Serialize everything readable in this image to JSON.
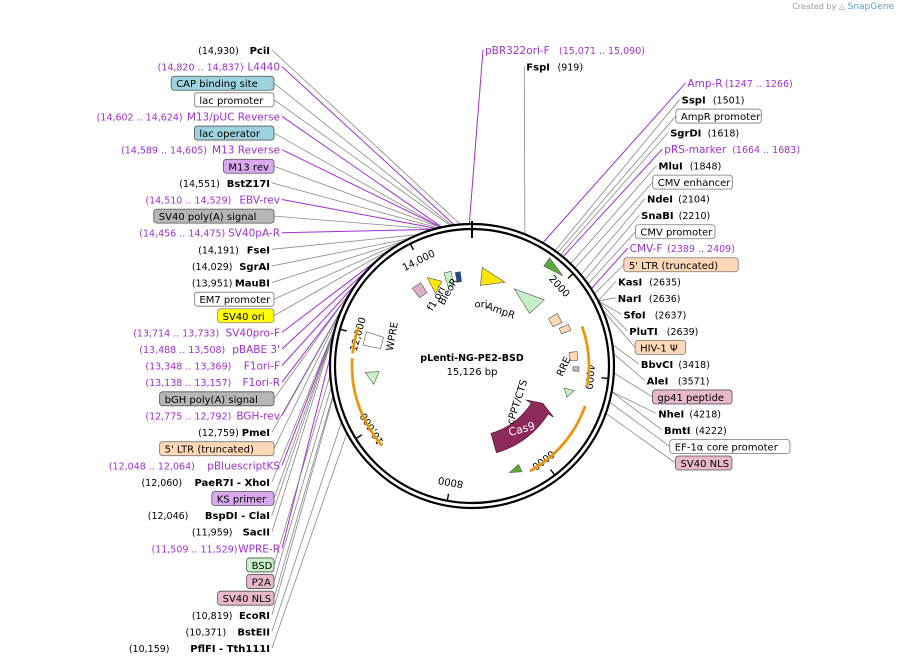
{
  "credit": {
    "prefix": "Created by",
    "brand": "SnapGene"
  },
  "plasmid": {
    "name": "pLenti-NG-PE2-BSD",
    "size_label": "15,126 bp",
    "length": 15126
  },
  "colors": {
    "primer": "#a22fd6",
    "line": "#888888",
    "ring": "#000000",
    "orange": "#f5a623",
    "cas9": "#8d2a5a",
    "green": "#3a9a3a"
  },
  "ticks": [
    {
      "label": "2000",
      "bp": 2000
    },
    {
      "label": "4000",
      "bp": 4000
    },
    {
      "label": "6000",
      "bp": 6000
    },
    {
      "label": "8000",
      "bp": 8000
    },
    {
      "label": "10,000",
      "bp": 10000
    },
    {
      "label": "12,000",
      "bp": 12000
    },
    {
      "label": "14,000",
      "bp": 14000
    }
  ],
  "inner_features": [
    {
      "name": "Cas9",
      "label": "Cas9"
    },
    {
      "name": "cPPT/CTS",
      "label": "cPPT/CTS"
    },
    {
      "name": "RRE",
      "label": "RRE"
    },
    {
      "name": "WPRE",
      "label": "WPRE"
    },
    {
      "name": "ori",
      "label": "ori"
    },
    {
      "name": "AmpR",
      "label": "AmpR"
    },
    {
      "name": "BleoR",
      "label": "BleoR"
    },
    {
      "name": "f1 ori",
      "label": "f1 ori"
    }
  ],
  "left_labels": [
    {
      "text": "PciI",
      "pos": "(14,930)",
      "style": "enzyme",
      "bp": 14930
    },
    {
      "text": "L4440",
      "pos": "(14,820 .. 14,837)",
      "style": "primer",
      "bp": 14828
    },
    {
      "text": "CAP binding site",
      "style": "box-teal",
      "bp": 14790
    },
    {
      "text": "lac promoter",
      "style": "box-white",
      "bp": 14760
    },
    {
      "text": "M13/pUC Reverse",
      "pos": "(14,602 .. 14,624)",
      "style": "primer",
      "bp": 14613
    },
    {
      "text": "lac operator",
      "style": "box-teal",
      "bp": 14600
    },
    {
      "text": "M13 Reverse",
      "pos": "(14,589 .. 14,605)",
      "style": "primer",
      "bp": 14597
    },
    {
      "text": "M13 rev",
      "style": "box-purple",
      "bp": 14590
    },
    {
      "text": "BstZ17I",
      "pos": "(14,551)",
      "style": "enzyme",
      "bp": 14551
    },
    {
      "text": "EBV-rev",
      "pos": "(14,510 .. 14,529)",
      "style": "primer",
      "bp": 14519
    },
    {
      "text": "SV40 poly(A) signal",
      "style": "box-gray",
      "bp": 14480
    },
    {
      "text": "SV40pA-R",
      "pos": "(14,456 .. 14,475)",
      "style": "primer",
      "bp": 14465
    },
    {
      "text": "FseI",
      "pos": "(14,191)",
      "style": "enzyme",
      "bp": 14191
    },
    {
      "text": "SgrAI",
      "pos": "(14,029)",
      "style": "enzyme",
      "bp": 14029
    },
    {
      "text": "MauBI",
      "pos": "(13,951)",
      "style": "enzyme",
      "bp": 13951
    },
    {
      "text": "EM7 promoter",
      "style": "box-white",
      "bp": 13900
    },
    {
      "text": "SV40 ori",
      "style": "box-yellow",
      "bp": 13780
    },
    {
      "text": "SV40pro-F",
      "pos": "(13,714 .. 13,733)",
      "style": "primer",
      "bp": 13723
    },
    {
      "text": "pBABE 3'",
      "pos": "(13,488 .. 13,508)",
      "style": "primer",
      "bp": 13498
    },
    {
      "text": "F1ori-F",
      "pos": "(13,348 .. 13,369)",
      "style": "primer",
      "bp": 13358
    },
    {
      "text": "F1ori-R",
      "pos": "(13,138 .. 13,157)",
      "style": "primer",
      "bp": 13147
    },
    {
      "text": "bGH poly(A) signal",
      "style": "box-gray",
      "bp": 12900
    },
    {
      "text": "BGH-rev",
      "pos": "(12,775 .. 12,792)",
      "style": "primer",
      "bp": 12783
    },
    {
      "text": "PmeI",
      "pos": "(12,759)",
      "style": "enzyme",
      "bp": 12759
    },
    {
      "text": "5' LTR (truncated)",
      "style": "box-peach",
      "bp": 12600
    },
    {
      "text": "pBluescriptKS",
      "pos": "(12,048 .. 12,064)",
      "style": "primer",
      "bp": 12056
    },
    {
      "text": "PaeR7I - XhoI",
      "pos": "(12,060)",
      "style": "enzyme",
      "bp": 12060
    },
    {
      "text": "KS primer",
      "style": "box-purple",
      "bp": 12050
    },
    {
      "text": "BspDI - ClaI",
      "pos": "(12,046)",
      "style": "enzyme",
      "bp": 12046
    },
    {
      "text": "SacII",
      "pos": "(11,959)",
      "style": "enzyme",
      "bp": 11959
    },
    {
      "text": "WPRE-R",
      "pos": "(11,509 .. 11,529)",
      "style": "primer",
      "bp": 11519
    },
    {
      "text": "BSD",
      "style": "box-green",
      "bp": 11200
    },
    {
      "text": "P2A",
      "style": "box-pink",
      "bp": 11000
    },
    {
      "text": "SV40 NLS",
      "style": "box-pink",
      "bp": 10850
    },
    {
      "text": "EcoRI",
      "pos": "(10,819)",
      "style": "enzyme",
      "bp": 10819
    },
    {
      "text": "BstEII",
      "pos": "(10,371)",
      "style": "enzyme",
      "bp": 10371
    },
    {
      "text": "PflFI - Tth111I",
      "pos": "(10,159)",
      "style": "enzyme",
      "bp": 10159
    }
  ],
  "right_labels": [
    {
      "text": "pBR322ori-F",
      "pos": "(15,071 .. 15,090)",
      "style": "primer",
      "bp": 15080
    },
    {
      "text": "FspI",
      "pos": "(919)",
      "style": "enzyme",
      "bp": 919
    },
    {
      "text": "Amp-R",
      "pos": "(1247 .. 1266)",
      "style": "primer",
      "bp": 1256
    },
    {
      "text": "SspI",
      "pos": "(1501)",
      "style": "enzyme",
      "bp": 1501
    },
    {
      "text": "AmpR promoter",
      "style": "box-white",
      "bp": 1560
    },
    {
      "text": "SgrDI",
      "pos": "(1618)",
      "style": "enzyme",
      "bp": 1618
    },
    {
      "text": "pRS-marker",
      "pos": "(1664 .. 1683)",
      "style": "primer",
      "bp": 1673
    },
    {
      "text": "MluI",
      "pos": "(1848)",
      "style": "enzyme",
      "bp": 1848
    },
    {
      "text": "CMV enhancer",
      "style": "box-white",
      "bp": 1950
    },
    {
      "text": "NdeI",
      "pos": "(2104)",
      "style": "enzyme",
      "bp": 2104
    },
    {
      "text": "SnaBI",
      "pos": "(2210)",
      "style": "enzyme",
      "bp": 2210
    },
    {
      "text": "CMV promoter",
      "style": "box-white",
      "bp": 2300
    },
    {
      "text": "CMV-F",
      "pos": "(2389 .. 2409)",
      "style": "primer",
      "bp": 2399
    },
    {
      "text": "5' LTR (truncated)",
      "style": "box-peach",
      "bp": 2500
    },
    {
      "text": "KasI",
      "pos": "(2635)",
      "style": "enzyme",
      "bp": 2635
    },
    {
      "text": "NarI",
      "pos": "(2636)",
      "style": "enzyme",
      "bp": 2636
    },
    {
      "text": "SfoI",
      "pos": "(2637)",
      "style": "enzyme",
      "bp": 2637
    },
    {
      "text": "PluTI",
      "pos": "(2639)",
      "style": "enzyme",
      "bp": 2639
    },
    {
      "text": "HIV-1 Ψ",
      "style": "box-peach",
      "bp": 2800
    },
    {
      "text": "BbvCI",
      "pos": "(3418)",
      "style": "enzyme",
      "bp": 3418
    },
    {
      "text": "AleI",
      "pos": "(3571)",
      "style": "enzyme",
      "bp": 3571
    },
    {
      "text": "gp41 peptide",
      "style": "box-pink",
      "bp": 3900
    },
    {
      "text": "NheI",
      "pos": "(4218)",
      "style": "enzyme",
      "bp": 4218
    },
    {
      "text": "BmtI",
      "pos": "(4222)",
      "style": "enzyme",
      "bp": 4222
    },
    {
      "text": "EF-1α core promoter",
      "style": "box-white",
      "bp": 4400
    },
    {
      "text": "SV40 NLS",
      "style": "box-pink",
      "bp": 4600
    }
  ]
}
